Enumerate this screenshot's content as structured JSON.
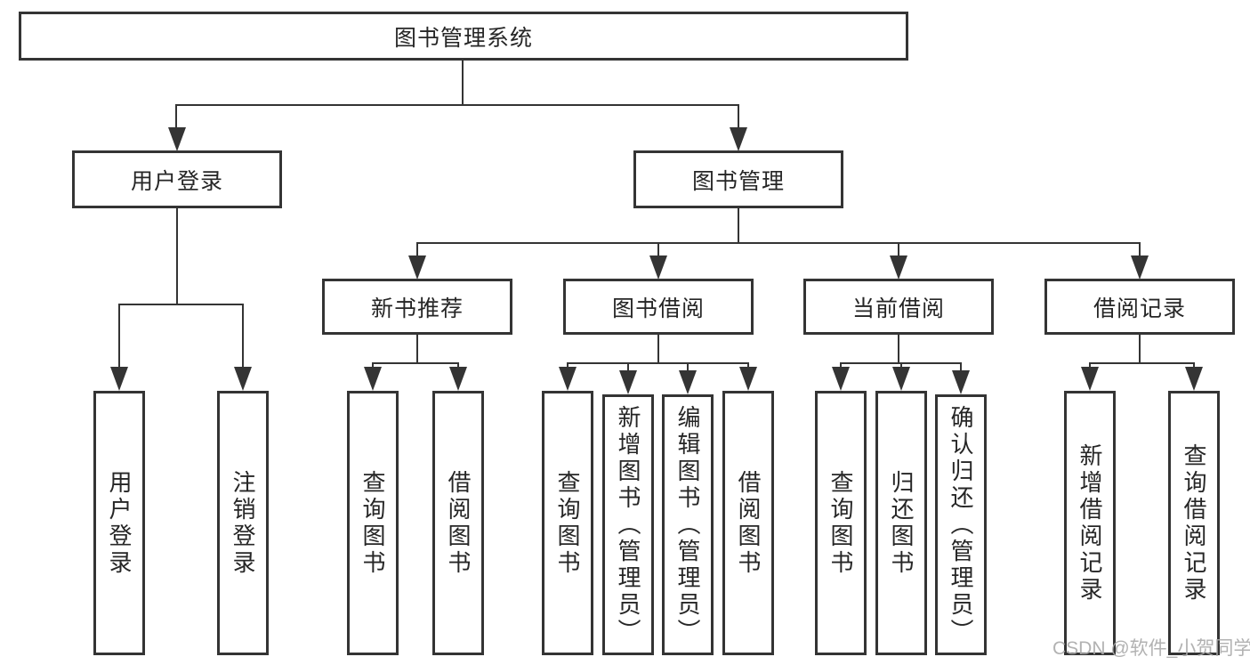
{
  "diagram": {
    "root": {
      "label": "图书管理系统"
    },
    "branches": [
      {
        "label": "用户登录",
        "children": [
          {
            "label": "用户登录"
          },
          {
            "label": "注销登录"
          }
        ]
      },
      {
        "label": "图书管理",
        "children": [
          {
            "label": "新书推荐",
            "children": [
              {
                "label": "查询图书"
              },
              {
                "label": "借阅图书"
              }
            ]
          },
          {
            "label": "图书借阅",
            "children": [
              {
                "label": "查询图书"
              },
              {
                "label": "新增图书（管理员）"
              },
              {
                "label": "编辑图书（管理员）"
              },
              {
                "label": "借阅图书"
              }
            ]
          },
          {
            "label": "当前借阅",
            "children": [
              {
                "label": "查询图书"
              },
              {
                "label": "归还图书"
              },
              {
                "label": "确认归还（管理员）"
              }
            ]
          },
          {
            "label": "借阅记录",
            "children": [
              {
                "label": "新增借阅记录"
              },
              {
                "label": "查询借阅记录"
              }
            ]
          }
        ]
      }
    ],
    "watermark": "CSDN @软件_小贺同学",
    "colors": {
      "line": "#343434",
      "text": "#262626",
      "watermark": "#aaaaaa",
      "background": "#ffffff"
    }
  }
}
